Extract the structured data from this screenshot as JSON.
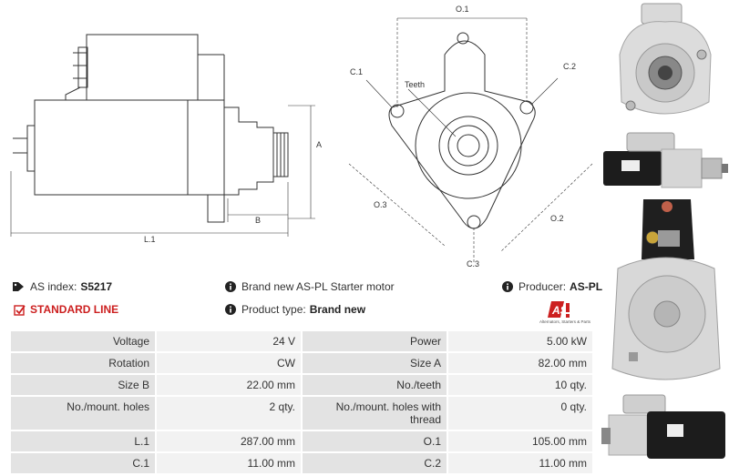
{
  "diagram": {
    "labels": {
      "A": "A",
      "B": "B",
      "L1": "L.1",
      "O1": "O.1",
      "O2": "O.2",
      "O3": "O.3",
      "C1": "C.1",
      "C2": "C.2",
      "C3": "C.3",
      "teeth": "Teeth"
    }
  },
  "info": {
    "as_index_label": "AS index:",
    "as_index_value": "S5217",
    "standard_line": "STANDARD LINE",
    "description": "Brand new AS-PL Starter motor",
    "product_type_label": "Product type:",
    "product_type_value": "Brand new",
    "producer_label": "Producer:",
    "producer_value": "AS-PL",
    "logo_text": "AS",
    "logo_sub": "Alternators, Starters & Parts"
  },
  "specs": [
    {
      "l1": "Voltage",
      "v1": "24 V",
      "l2": "Power",
      "v2": "5.00 kW"
    },
    {
      "l1": "Rotation",
      "v1": "CW",
      "l2": "Size A",
      "v2": "82.00 mm"
    },
    {
      "l1": "Size B",
      "v1": "22.00 mm",
      "l2": "No./teeth",
      "v2": "10 qty."
    },
    {
      "l1": "No./mount. holes",
      "v1": "2 qty.",
      "l2": "No./mount. holes with thread",
      "v2": "0 qty."
    },
    {
      "l1": "L.1",
      "v1": "287.00 mm",
      "l2": "O.1",
      "v2": "105.00 mm"
    },
    {
      "l1": "C.1",
      "v1": "11.00 mm",
      "l2": "C.2",
      "v2": "11.00 mm"
    }
  ],
  "colors": {
    "accent_red": "#cc1f1f",
    "line": "#333333"
  },
  "icons": {
    "as_index": "tags-icon",
    "standard_line": "checkbox-icon",
    "info": "info-circle-icon"
  }
}
